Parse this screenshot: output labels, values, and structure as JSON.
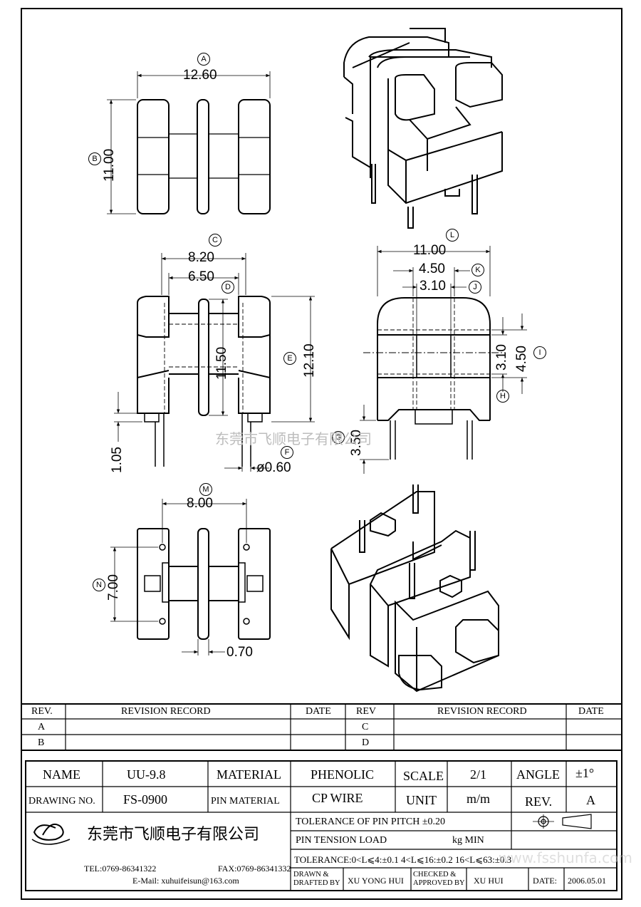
{
  "views": {
    "top": {
      "dim_a": {
        "marker": "A",
        "value": "12.60"
      },
      "dim_b": {
        "marker": "B",
        "value": "11.00"
      }
    },
    "front": {
      "dim_c": {
        "marker": "C",
        "value": "8.20"
      },
      "dim_c_inner": "6.50",
      "dim_d": {
        "marker": "D",
        "value": "11.50"
      },
      "dim_e": {
        "marker": "E",
        "value": "12.10"
      },
      "dim_f": {
        "marker": "F",
        "value": "ø0.60"
      },
      "dim_pin_len": "1.05"
    },
    "side": {
      "dim_l": {
        "marker": "L",
        "value": "11.00"
      },
      "dim_k": {
        "marker": "K",
        "value": "4.50"
      },
      "dim_j": {
        "marker": "J",
        "value": "3.10"
      },
      "dim_h": {
        "marker": "H",
        "value": "3.10"
      },
      "dim_i": {
        "marker": "I",
        "value": "4.50"
      },
      "dim_g": {
        "marker": "G",
        "value": "3.50"
      }
    },
    "bottom": {
      "dim_m": {
        "marker": "M",
        "value": "8.00"
      },
      "dim_n": {
        "marker": "N",
        "value": "7.00"
      },
      "dim_wall": "0.70"
    }
  },
  "watermark_cn": "东莞市飞顺电子有限公司",
  "revision_table": {
    "rev_header": "REV.",
    "record_header": "REVISION RECORD",
    "date_header": "DATE",
    "rev_header_2": "REV",
    "record_header_2": "REVISION RECORD",
    "date_header_2": "DATE",
    "rows_left": [
      "A",
      "B"
    ],
    "rows_right": [
      "C",
      "D"
    ]
  },
  "title_block": {
    "name_label": "NAME",
    "name_value": "UU-9.8",
    "material_label": "MATERIAL",
    "material_value": "PHENOLIC",
    "scale_label": "SCALE",
    "scale_value": "2/1",
    "angle_label": "ANGLE",
    "angle_value": "±1°",
    "drawing_no_label": "DRAWING NO.",
    "drawing_no_value": "FS-0900",
    "pin_material_label": "PIN MATERIAL",
    "pin_material_value": "CP WIRE",
    "unit_label": "UNIT",
    "unit_value": "m/m",
    "rev_label": "REV.",
    "rev_value": "A",
    "company_cn": "东莞市飞顺电子有限公司",
    "tel": "TEL:0769-86341322",
    "fax": "FAX:0769-86341332",
    "email": "E-Mail: xuhuifeisun@163.com",
    "tolerance_pin_pitch": "TOLERANCE OF PIN PITCH ±0.20",
    "pin_tension_label": "PIN TENSION  LOAD",
    "pin_tension_unit": "kg MIN",
    "tolerance_general": "TOLERANCE:0<L⩽4:±0.1  4<L⩽16:±0.2  16<L⩽63:±0.3",
    "drawn_label_1": "DRAWN &",
    "drawn_label_2": "DRAFTED BY",
    "drawn_value": "XU YONG HUI",
    "checked_label_1": "CHECKED &",
    "checked_label_2": "APPROVED BY",
    "checked_value": "XU    HUI",
    "date_label": "DATE:",
    "date_value": "2006.05.01",
    "website": "www.fsshunfa.com"
  }
}
